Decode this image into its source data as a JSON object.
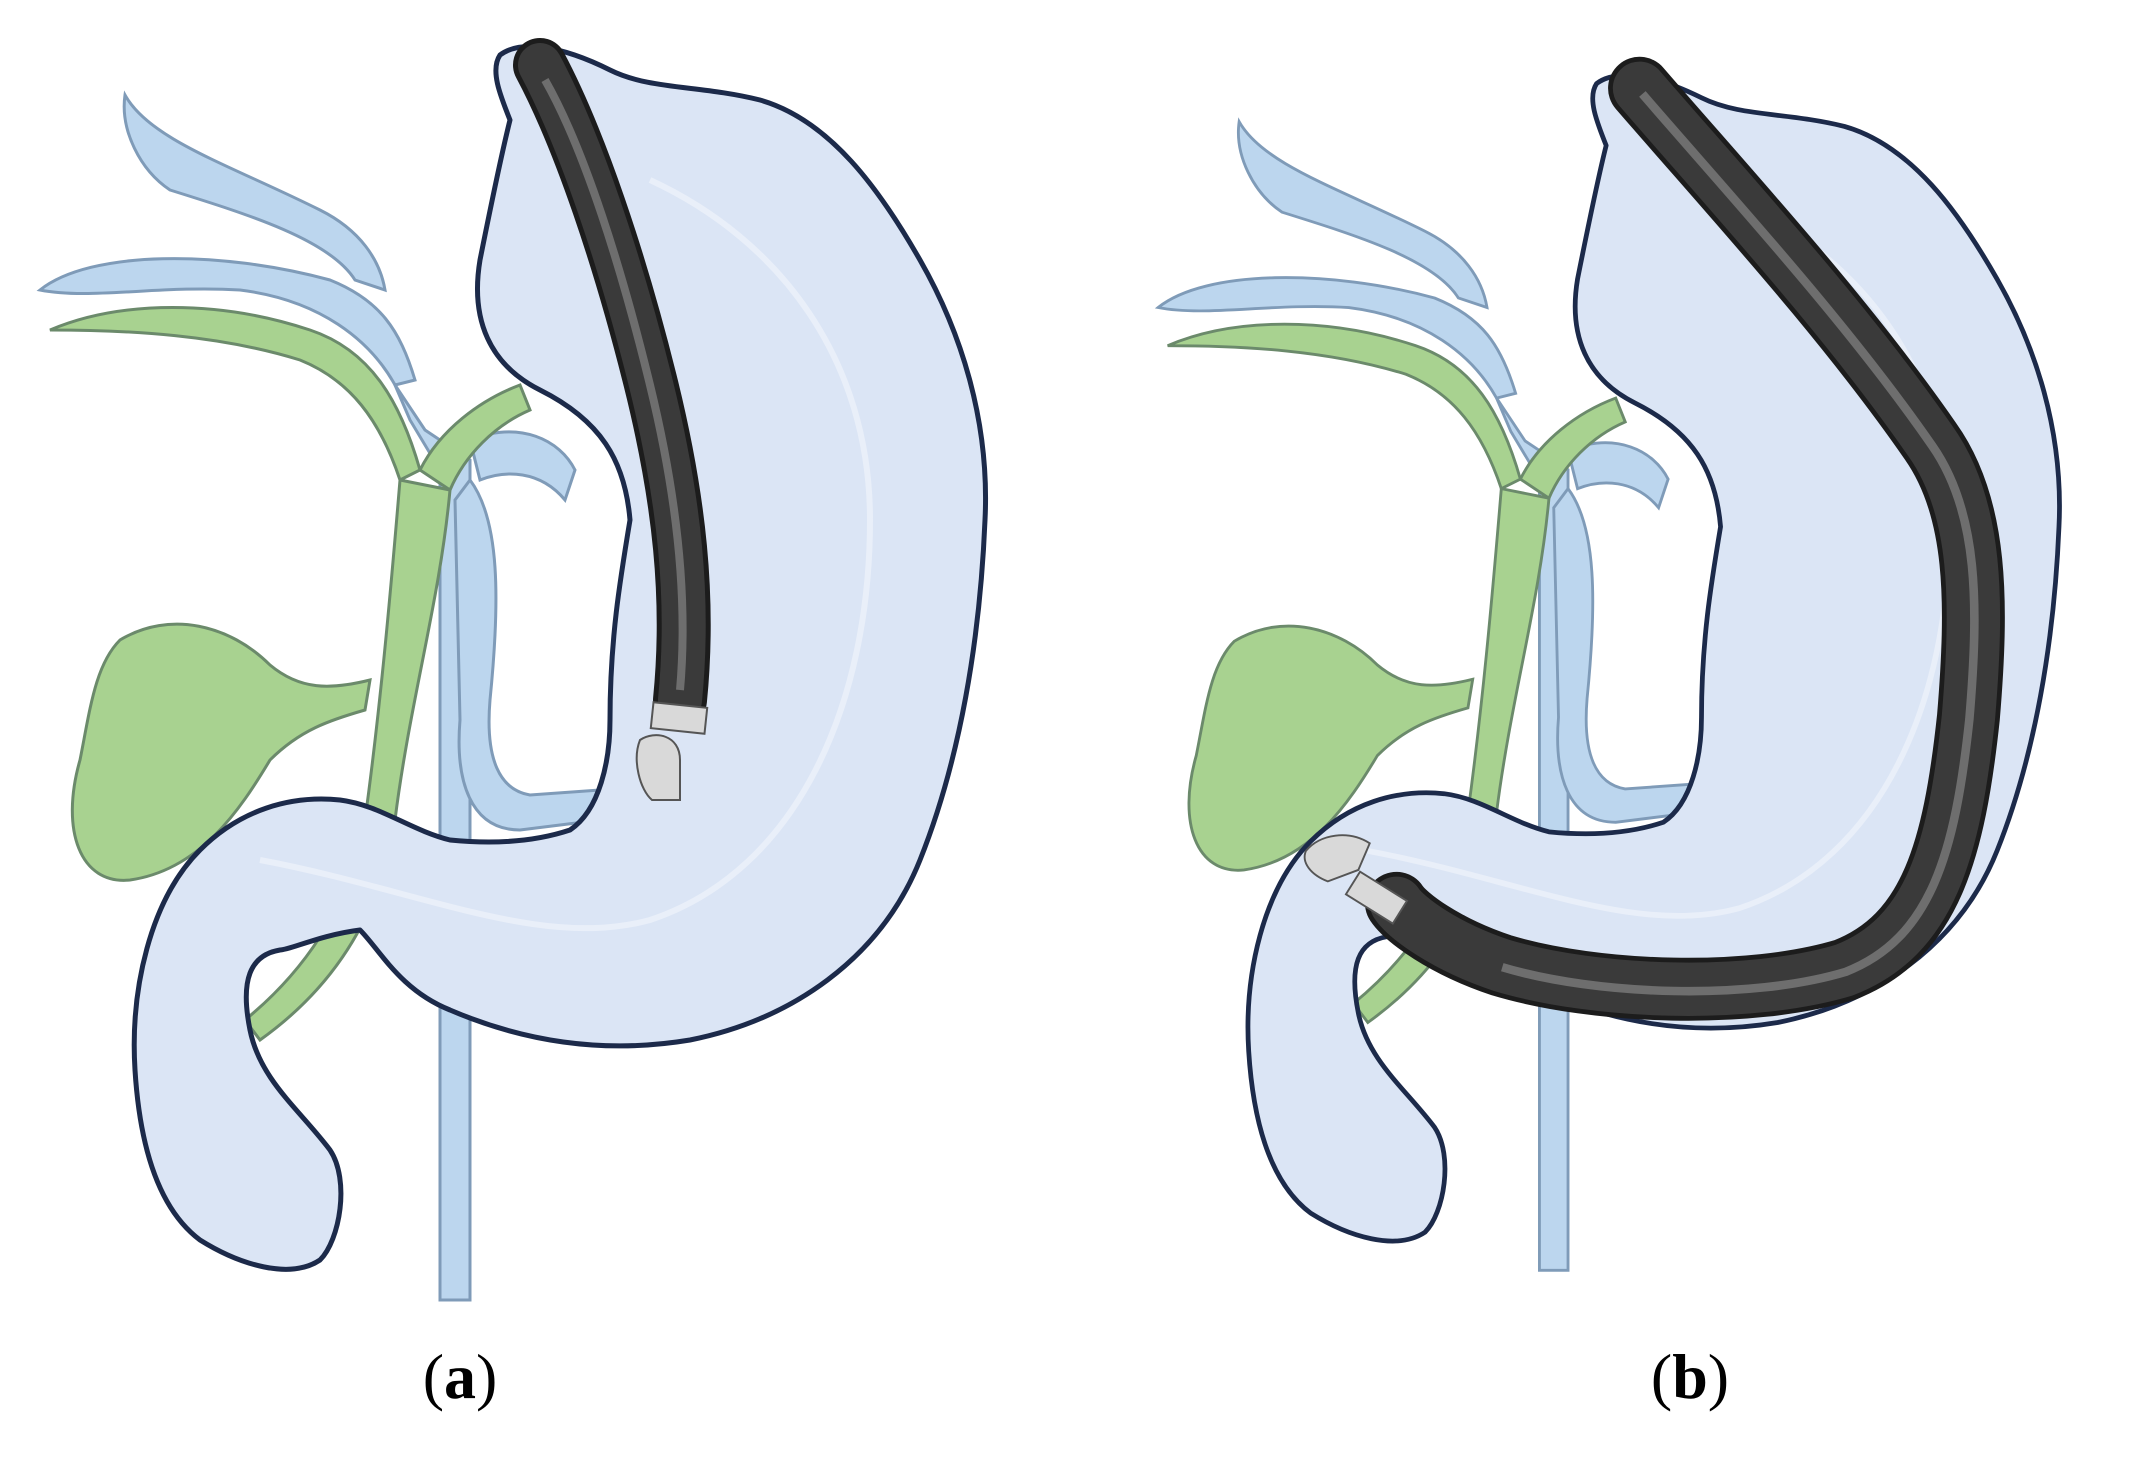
{
  "panels": [
    {
      "id": "a",
      "label_open": "(",
      "label_letter": "a",
      "label_close": ")"
    },
    {
      "id": "b",
      "label_open": "(",
      "label_letter": "b",
      "label_close": ")"
    }
  ],
  "colors": {
    "organ_fill": "#dbe5f5",
    "organ_outline": "#1c2a4a",
    "vessel_fill": "#bcd6ee",
    "vessel_outline": "#7f9bb8",
    "bile_fill": "#a8d290",
    "bile_outline": "#6b8a6b",
    "scope_fill": "#3a3a3a",
    "scope_highlight": "#6e6e6e",
    "tip_fill": "#d9d9d9"
  }
}
